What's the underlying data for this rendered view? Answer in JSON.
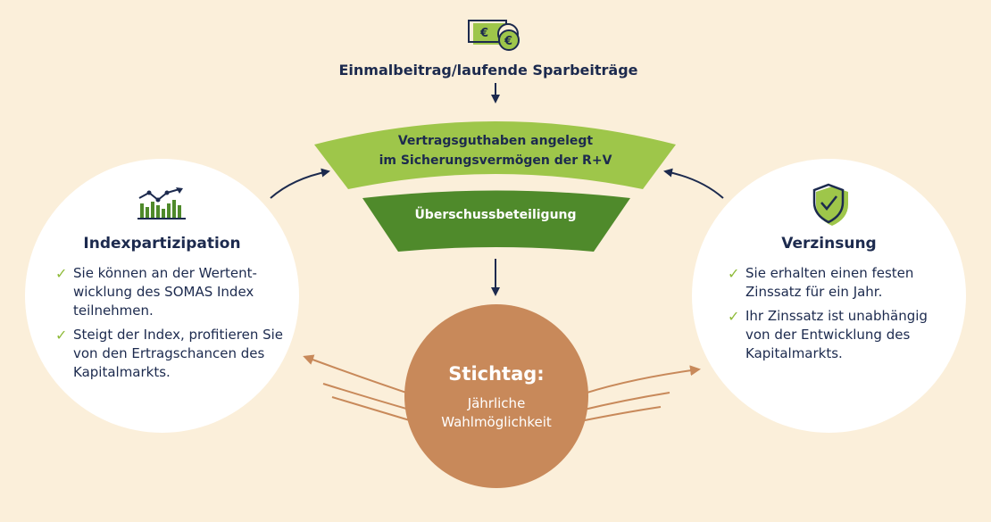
{
  "top": {
    "label": "Einmalbeitrag/laufende Sparbeiträge",
    "icon": "money-euro-icon"
  },
  "band": {
    "line1": "Vertragsguthaben angelegt",
    "line2": "im Sicherungsvermögen der R+V"
  },
  "trapezoid": {
    "label": "Überschussbeteiligung"
  },
  "left": {
    "title": "Indexpartizipation",
    "icon": "stock-chart-icon",
    "bullets": [
      "Sie können an der Wertent-wicklung des SOMAS Index teilnehmen.",
      "Steigt der Index, profitieren Sie von den Ertragschancen des Kapitalmarkts."
    ]
  },
  "right": {
    "title": "Verzinsung",
    "icon": "shield-check-icon",
    "bullets": [
      "Sie erhalten einen festen Zinssatz für ein Jahr.",
      "Ihr Zinssatz ist unabhängig von der Entwicklung des Kapitalmarkts."
    ]
  },
  "center": {
    "title": "Stichtag:",
    "subtitle": "Jährliche Wahlmöglichkeit"
  },
  "colors": {
    "background": "#fbefda",
    "light_green": "#9ec64a",
    "dark_green": "#4f8a2b",
    "navy": "#1c2a4e",
    "brown": "#c8895a",
    "check": "#8fbb3a"
  }
}
